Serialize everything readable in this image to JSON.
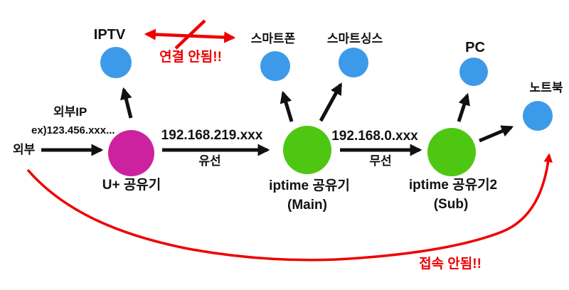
{
  "diagram": {
    "external": {
      "label": "외부",
      "ip_title": "외부IP",
      "ip_example": "ex)123.456.xxx..."
    },
    "routers": {
      "uplus": {
        "label": "U+ 공유기",
        "color": "#cc22a0"
      },
      "iptime_main": {
        "label": "iptime 공유기",
        "sublabel": "(Main)",
        "color": "#4ec712"
      },
      "iptime_sub": {
        "label": "iptime 공유기2",
        "sublabel": "(Sub)",
        "color": "#4ec712"
      }
    },
    "devices": {
      "iptv": {
        "label": "IPTV",
        "color": "#3d9ae8"
      },
      "smartphone": {
        "label": "스마트폰",
        "color": "#3d9ae8"
      },
      "smartthings": {
        "label": "스마트싱스",
        "color": "#3d9ae8"
      },
      "pc": {
        "label": "PC",
        "color": "#3d9ae8"
      },
      "laptop": {
        "label": "노트북",
        "color": "#3d9ae8"
      }
    },
    "links": {
      "wired": {
        "ip": "192.168.219.xxx",
        "label": "유선"
      },
      "wireless": {
        "ip": "192.168.0.xxx",
        "label": "무선"
      }
    },
    "warnings": {
      "no_connection": "연결 안됨!!",
      "no_access": "접속 안됨!!",
      "color": "#ee0000"
    }
  }
}
